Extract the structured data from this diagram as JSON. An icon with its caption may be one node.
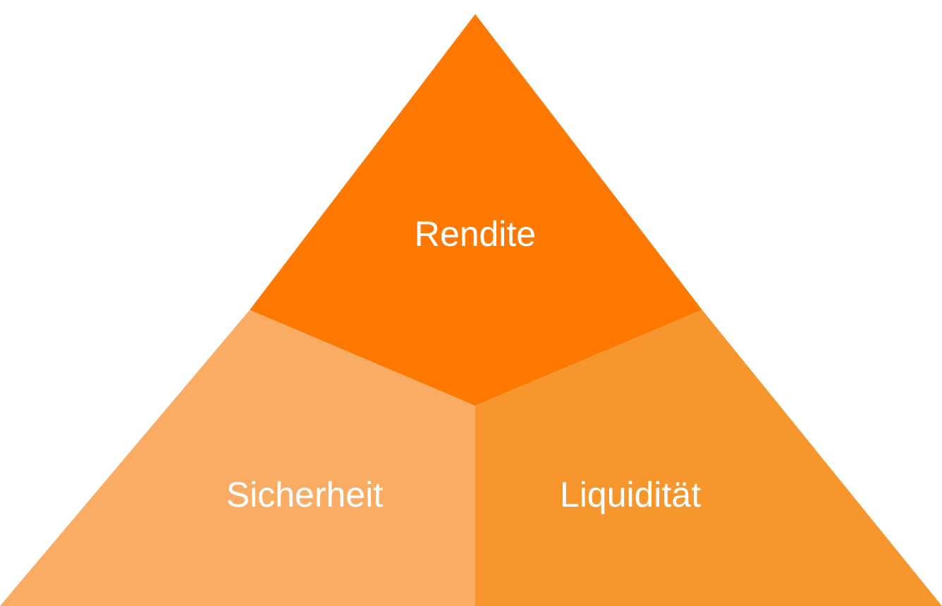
{
  "diagram": {
    "nodes": [
      {
        "text": [
          "Rendite"
        ]
      },
      {
        "text": [
          "Sicherheit"
        ]
      },
      {
        "text": [
          "Liquidität"
        ]
      }
    ]
  }
}
